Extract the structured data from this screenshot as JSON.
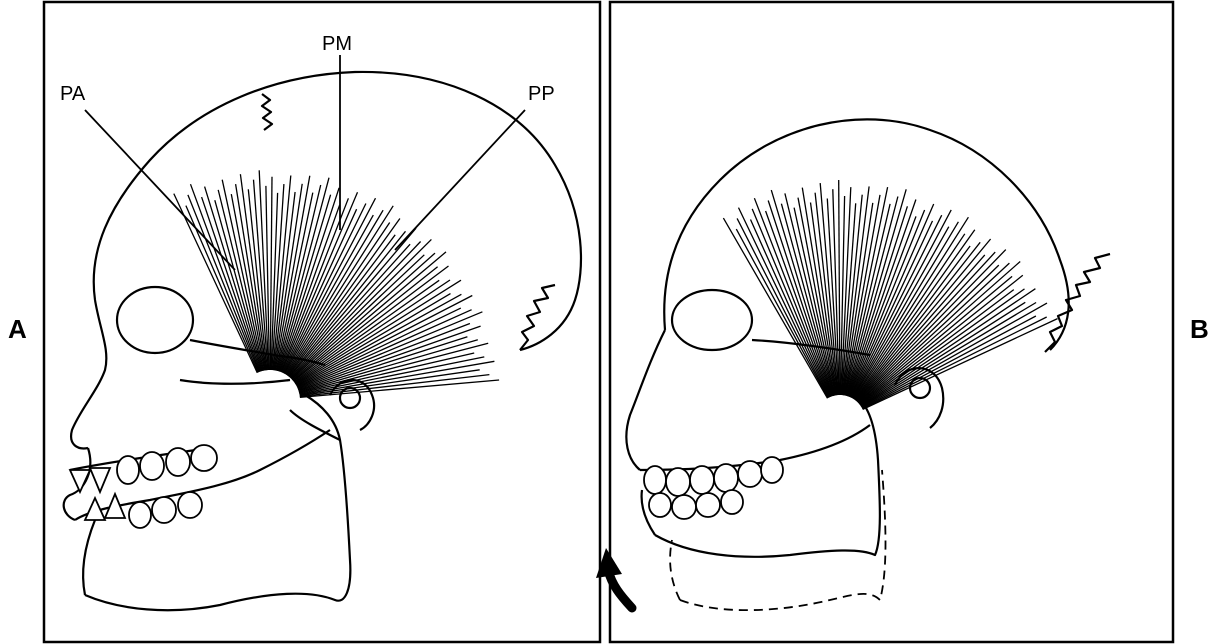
{
  "panels": {
    "left": {
      "letter": "A"
    },
    "right": {
      "letter": "B"
    }
  },
  "labels": {
    "pa": "PA",
    "pm": "PM",
    "pp": "PP"
  },
  "colors": {
    "ink": "#000000",
    "paper": "#ffffff",
    "bleed_through": "#cfcfcf"
  },
  "icons": {
    "rotation_arrow": "curved-arrow-icon"
  }
}
